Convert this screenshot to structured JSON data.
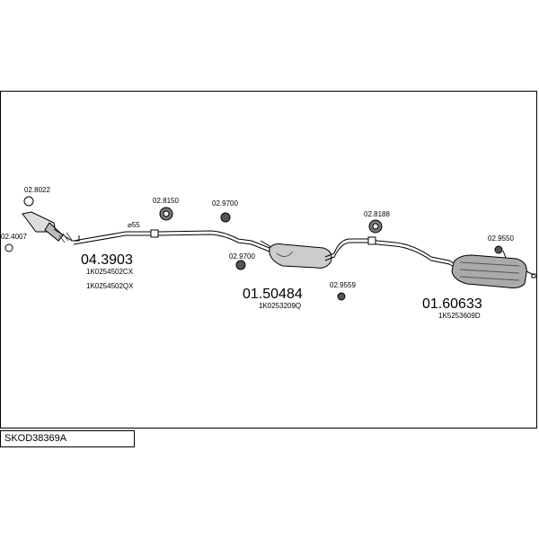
{
  "diagram": {
    "code": "SKOD38369A",
    "parts": {
      "front": {
        "number": "04.3903",
        "refs": [
          "1K0254502CX",
          "1K0254502QX"
        ]
      },
      "middle": {
        "number": "01.50484",
        "refs": [
          "1K0253209Q"
        ]
      },
      "rear": {
        "number": "01.60633",
        "refs": [
          "1K5253609D"
        ]
      }
    },
    "fittings": {
      "gasket_front": "02.8022",
      "clamp_front": "02.4007",
      "hanger_a": "02.8150",
      "hanger_b": "02.9700",
      "hanger_c": "02.9700",
      "hanger_d": "02.8188",
      "hanger_e": "02.9559",
      "hanger_f": "02.9550",
      "diameter": "⌀55"
    },
    "colors": {
      "line": "#000000",
      "fill": "#cccccc",
      "dark": "#555555"
    }
  }
}
